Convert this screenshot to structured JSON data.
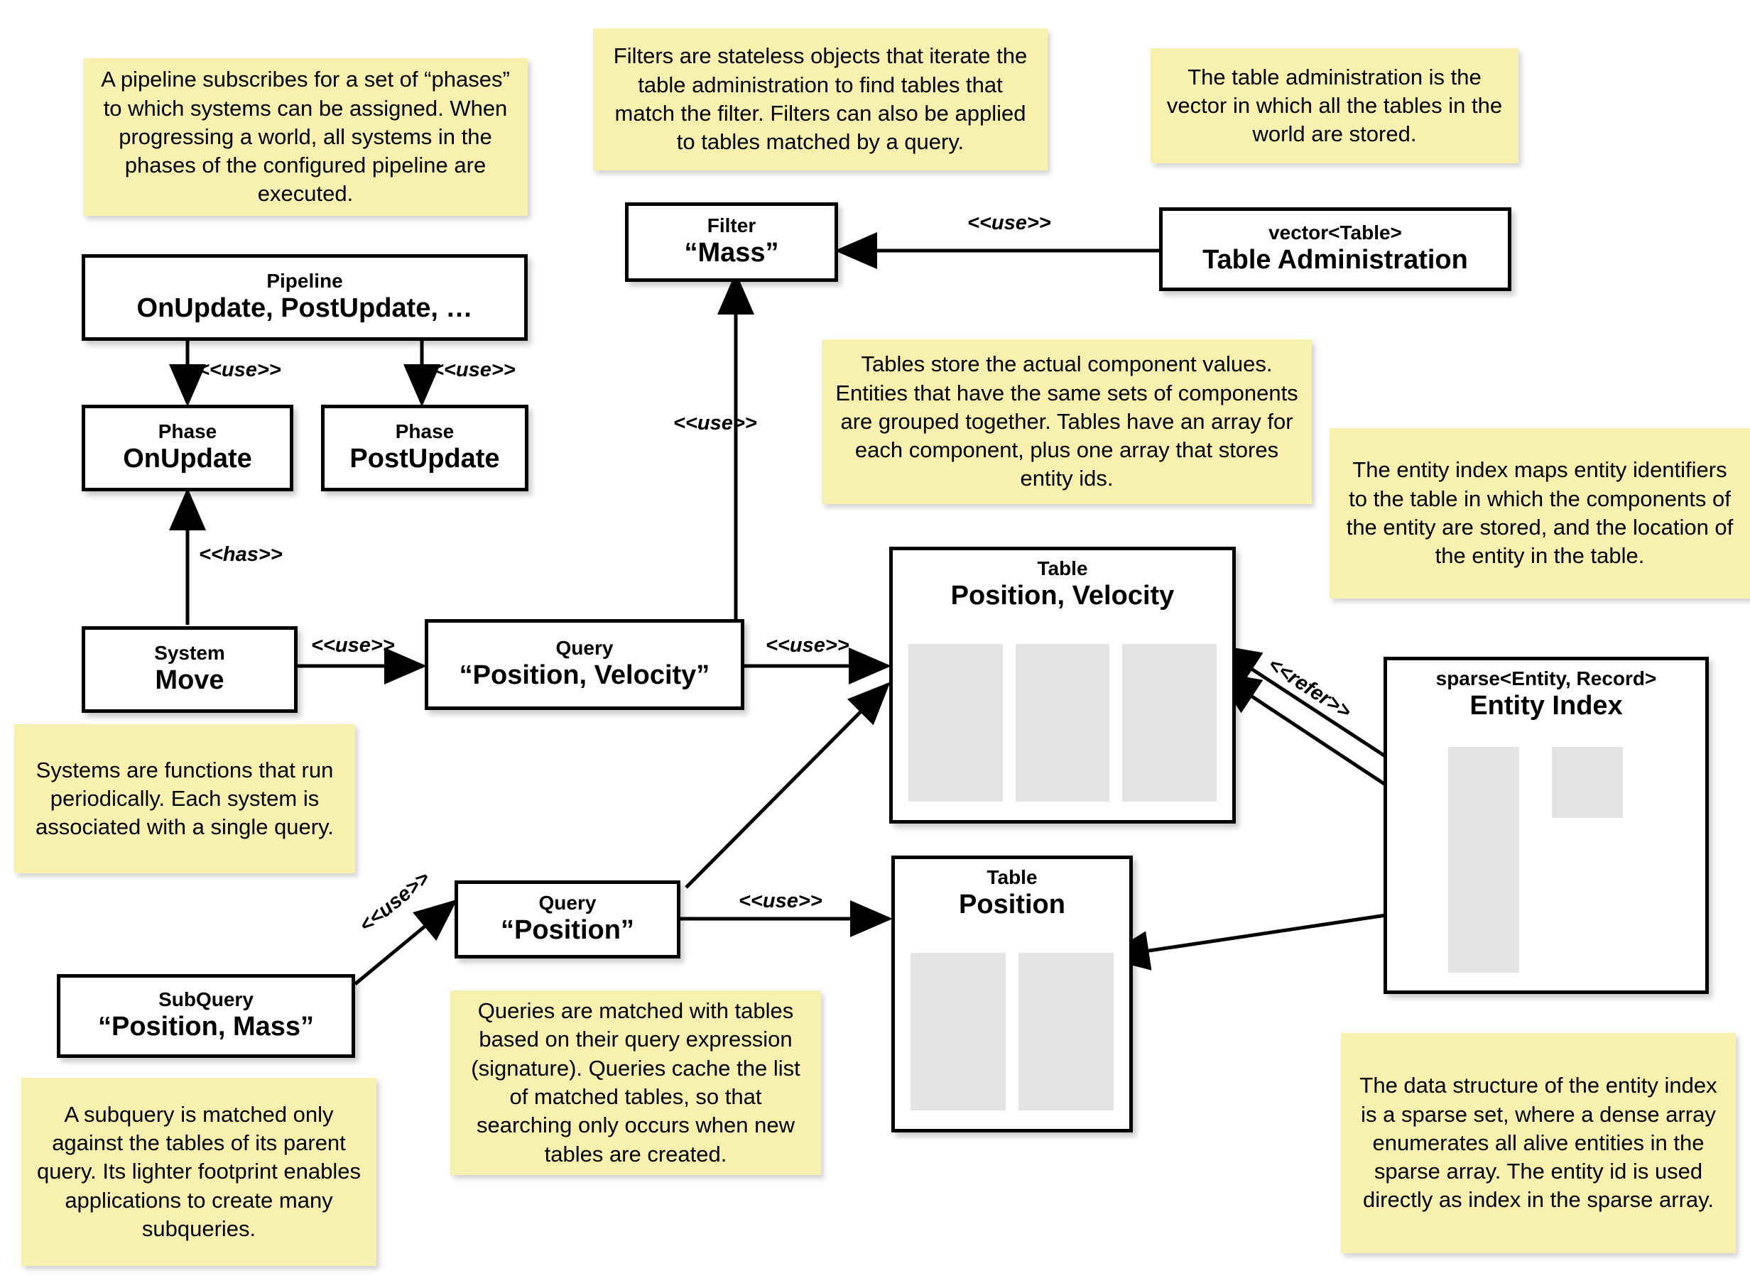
{
  "diagram": {
    "title": "Flecs ECS architecture overview",
    "colors": {
      "note_bg": "#f7f0ae",
      "box_bg": "#ffffff",
      "box_border": "#000000",
      "array_fill": "#e4e4e4"
    }
  },
  "notes": [
    {
      "id": "note-pipeline",
      "text": "A pipeline subscribes for a set of “phases” to which systems can be assigned. When progressing a world, all systems in the phases of the configured pipeline are executed."
    },
    {
      "id": "note-filter",
      "text": "Filters are stateless objects that iterate the table administration to find tables that match the filter. Filters can also be applied to tables matched by a query."
    },
    {
      "id": "note-table-admin",
      "text": "The table administration is the vector in which all the tables in the world are stored."
    },
    {
      "id": "note-tables",
      "text": "Tables store the actual component values. Entities that have the same sets of components are grouped together. Tables have an array for each component, plus one array that stores entity ids."
    },
    {
      "id": "note-entity-index",
      "text": "The entity index maps entity identifiers to the table in which the components of the entity are stored, and the location of the entity in the table."
    },
    {
      "id": "note-systems",
      "text": "Systems are functions that run periodically. Each system is associated with a single query."
    },
    {
      "id": "note-queries",
      "text": "Queries are matched with tables based on their query expression (signature). Queries cache the list of matched tables, so that searching only occurs when new tables are created."
    },
    {
      "id": "note-subquery",
      "text": "A subquery is matched only against the tables of its parent query. Its lighter footprint enables applications to create many subqueries."
    },
    {
      "id": "note-sparse-set",
      "text": "The data structure of the entity index is a sparse set, where a dense array enumerates all alive entities in the sparse array. The entity id is used directly as index in the sparse array."
    }
  ],
  "nodes": [
    {
      "id": "pipeline",
      "stereotype": "Pipeline",
      "name": "OnUpdate, PostUpdate, …"
    },
    {
      "id": "phase-on",
      "stereotype": "Phase",
      "name": "OnUpdate"
    },
    {
      "id": "phase-post",
      "stereotype": "Phase",
      "name": "PostUpdate"
    },
    {
      "id": "system-move",
      "stereotype": "System",
      "name": "Move"
    },
    {
      "id": "query-pv",
      "stereotype": "Query",
      "name": "“Position, Velocity”"
    },
    {
      "id": "query-p",
      "stereotype": "Query",
      "name": "“Position”"
    },
    {
      "id": "subquery-pm",
      "stereotype": "SubQuery",
      "name": "“Position, Mass”"
    },
    {
      "id": "filter-mass",
      "stereotype": "Filter",
      "name": "“Mass”"
    },
    {
      "id": "table-admin",
      "stereotype": "vector<Table>",
      "name": "Table Administration"
    },
    {
      "id": "table-pv",
      "stereotype": "Table",
      "name": "Position, Velocity"
    },
    {
      "id": "table-p",
      "stereotype": "Table",
      "name": "Position"
    },
    {
      "id": "entity-index",
      "stereotype": "sparse<Entity, Record>",
      "name": "Entity Index"
    }
  ],
  "edge_labels": [
    {
      "id": "e-pipeline-onupdate",
      "text": "<<use>>"
    },
    {
      "id": "e-pipeline-postupdate",
      "text": "<<use>>"
    },
    {
      "id": "e-system-phase",
      "text": "<<has>>"
    },
    {
      "id": "e-system-query",
      "text": "<<use>>"
    },
    {
      "id": "e-query-filter",
      "text": "<<use>>"
    },
    {
      "id": "e-query-table",
      "text": "<<use>>"
    },
    {
      "id": "e-queryp-table",
      "text": "<<use>>"
    },
    {
      "id": "e-subquery-query",
      "text": "<<use>>"
    },
    {
      "id": "e-tableadmin-filter",
      "text": "<<use>>"
    },
    {
      "id": "e-index-table",
      "text": "<<refer>>"
    }
  ]
}
